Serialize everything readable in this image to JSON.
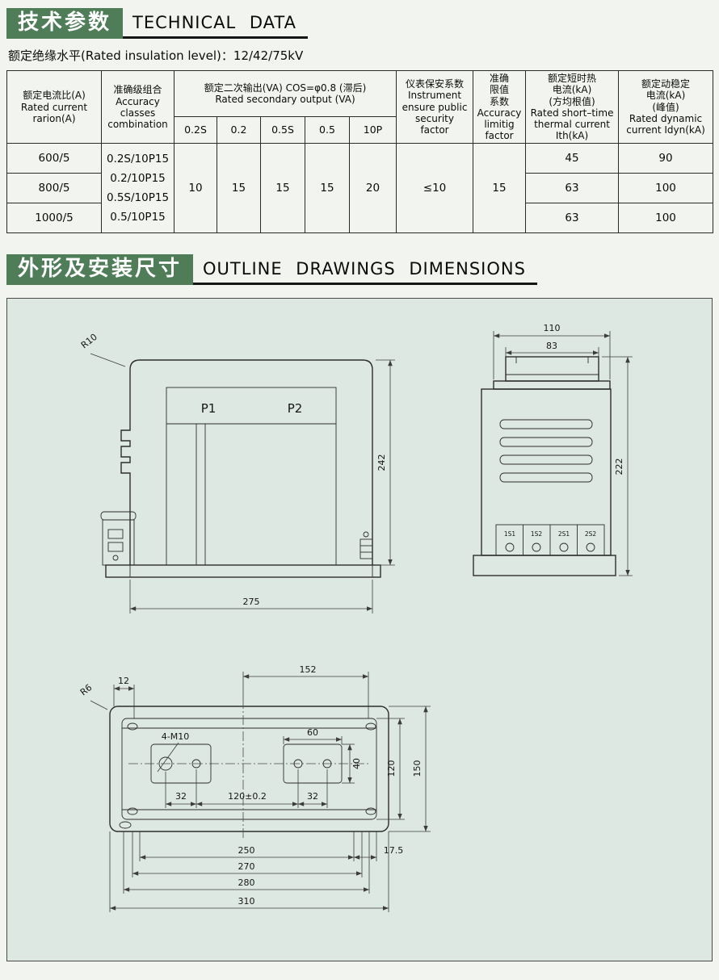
{
  "sections": {
    "technical": {
      "badge": "技术参数",
      "title": "TECHNICAL DATA",
      "subtitle": "额定绝缘水平(Rated insulation level)：12/42/75kV"
    },
    "outline": {
      "badge": "外形及安装尺寸",
      "title": "OUTLINE DRAWINGS DIMENSIONS"
    }
  },
  "table": {
    "headers": {
      "ratio": "额定电流比(A)\nRated current\nrarion(A)",
      "accuracy": "准确级组合\nAccuracy\nclasses\ncombination",
      "output": "额定二次输出(VA) COS=φ0.8 (滞后)\nRated secondary output (VA)",
      "output_subs": [
        "0.2S",
        "0.2",
        "0.5S",
        "0.5",
        "10P"
      ],
      "instrument": "仪表保安系数\nInstrument\nensure public\nsecurity\nfactor",
      "limit": "准确\n限值\n系数\nAccuracy\nlimitig\nfactor",
      "thermal": "额定短时热\n电流(kA)\n(方均根值)\nRated short–time\nthermal current\nIth(kA)",
      "dynamic": "额定动稳定\n电流(kA)\n(峰值)\nRated dynamic\ncurrent Idyn(kA)"
    },
    "rows": {
      "ratios": [
        "600/5",
        "800/5",
        "1000/5"
      ],
      "accuracy_combo": "0.2S/10P15\n0.2/10P15\n0.5S/10P15\n0.5/10P15",
      "outputs": [
        "10",
        "15",
        "15",
        "15",
        "20"
      ],
      "instrument": "≤10",
      "limit": "15",
      "thermal": [
        "45",
        "63",
        "63"
      ],
      "dynamic": [
        "90",
        "100",
        "100"
      ]
    }
  },
  "drawing": {
    "front": {
      "r10": "R10",
      "p1": "P1",
      "p2": "P2",
      "dim_height": "242",
      "dim_width": "275"
    },
    "side": {
      "dim_top": "110",
      "dim_cap": "83",
      "dim_height": "222",
      "terminals": [
        "1S1",
        "1S2",
        "2S1",
        "2S2"
      ]
    },
    "bottom": {
      "r6": "R6",
      "dim_offset": "12",
      "dim_152": "152",
      "bolt": "4-M10",
      "dim_60": "60",
      "dim_40": "40",
      "dim_32_left": "32",
      "dim_120_tol": "120±0.2",
      "dim_32_right": "32",
      "dim_120": "120",
      "dim_150": "150",
      "dim_250": "250",
      "dim_17_5": "17.5",
      "dim_270": "270",
      "dim_280": "280",
      "dim_310": "310"
    }
  }
}
